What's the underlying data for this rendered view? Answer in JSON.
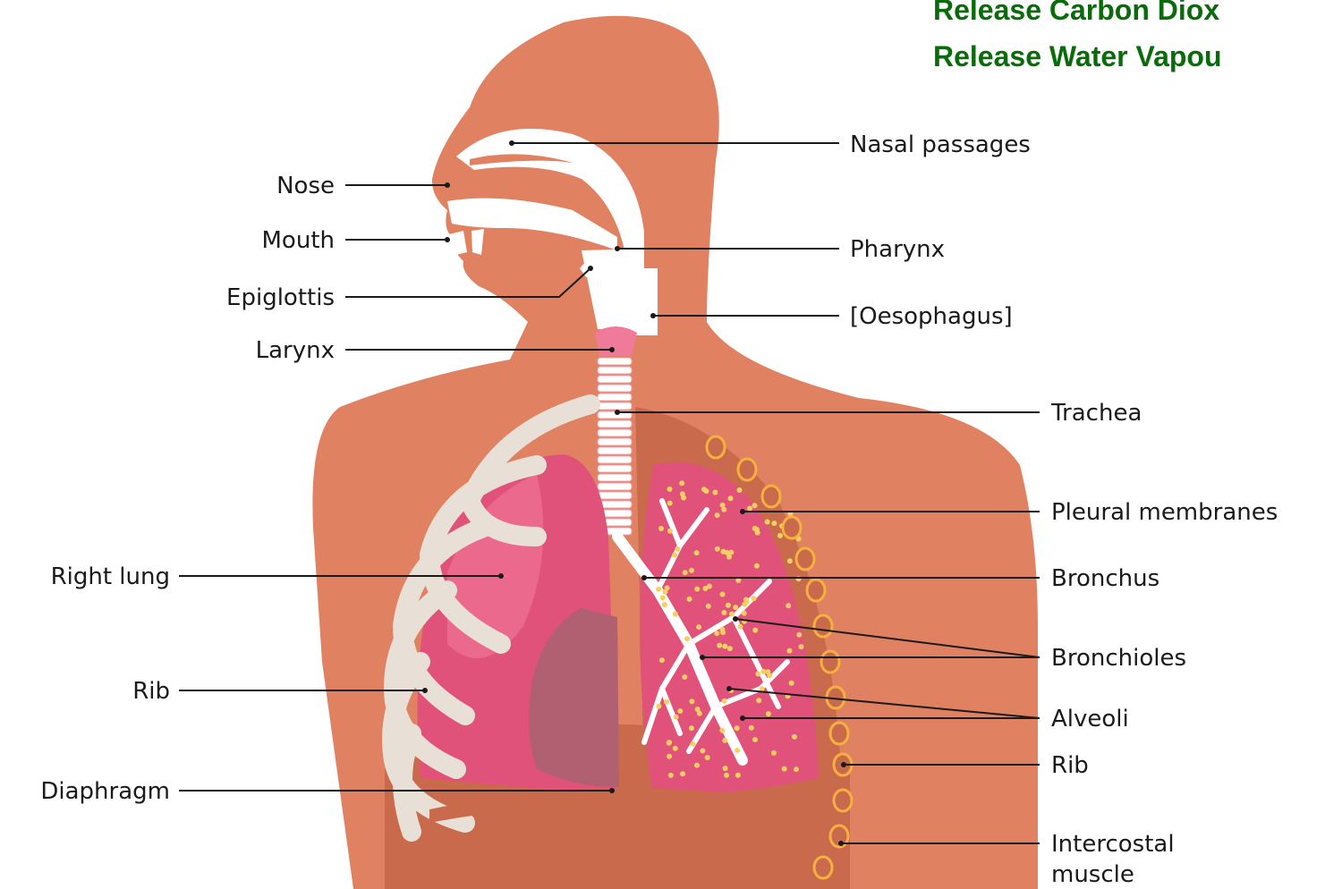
{
  "header": {
    "line1": "Release Carbon Diox",
    "line2": "Release Water Vapou",
    "color": "#0a6b0a"
  },
  "colors": {
    "body": "#e08262",
    "body_dark": "#c96a4c",
    "lung": "#e0527a",
    "lung_light": "#f07a9a",
    "heart": "#b06070",
    "airway": "#ffffff",
    "rib": "#e8e0d6",
    "alveoli": "#f5d060",
    "muscle": "#f5b040"
  },
  "labels": {
    "nasal_passages": "Nasal passages",
    "nose": "Nose",
    "mouth": "Mouth",
    "pharynx": "Pharynx",
    "epiglottis": "Epiglottis",
    "oesophagus": "[Oesophagus]",
    "larynx": "Larynx",
    "trachea": "Trachea",
    "pleural_membranes": "Pleural membranes",
    "right_lung": "Right lung",
    "bronchus": "Bronchus",
    "bronchioles": "Bronchioles",
    "rib_left": "Rib",
    "alveoli": "Alveoli",
    "rib_right": "Rib",
    "diaphragm": "Diaphragm",
    "intercostal_line1": "Intercostal",
    "intercostal_line2": "muscle"
  }
}
